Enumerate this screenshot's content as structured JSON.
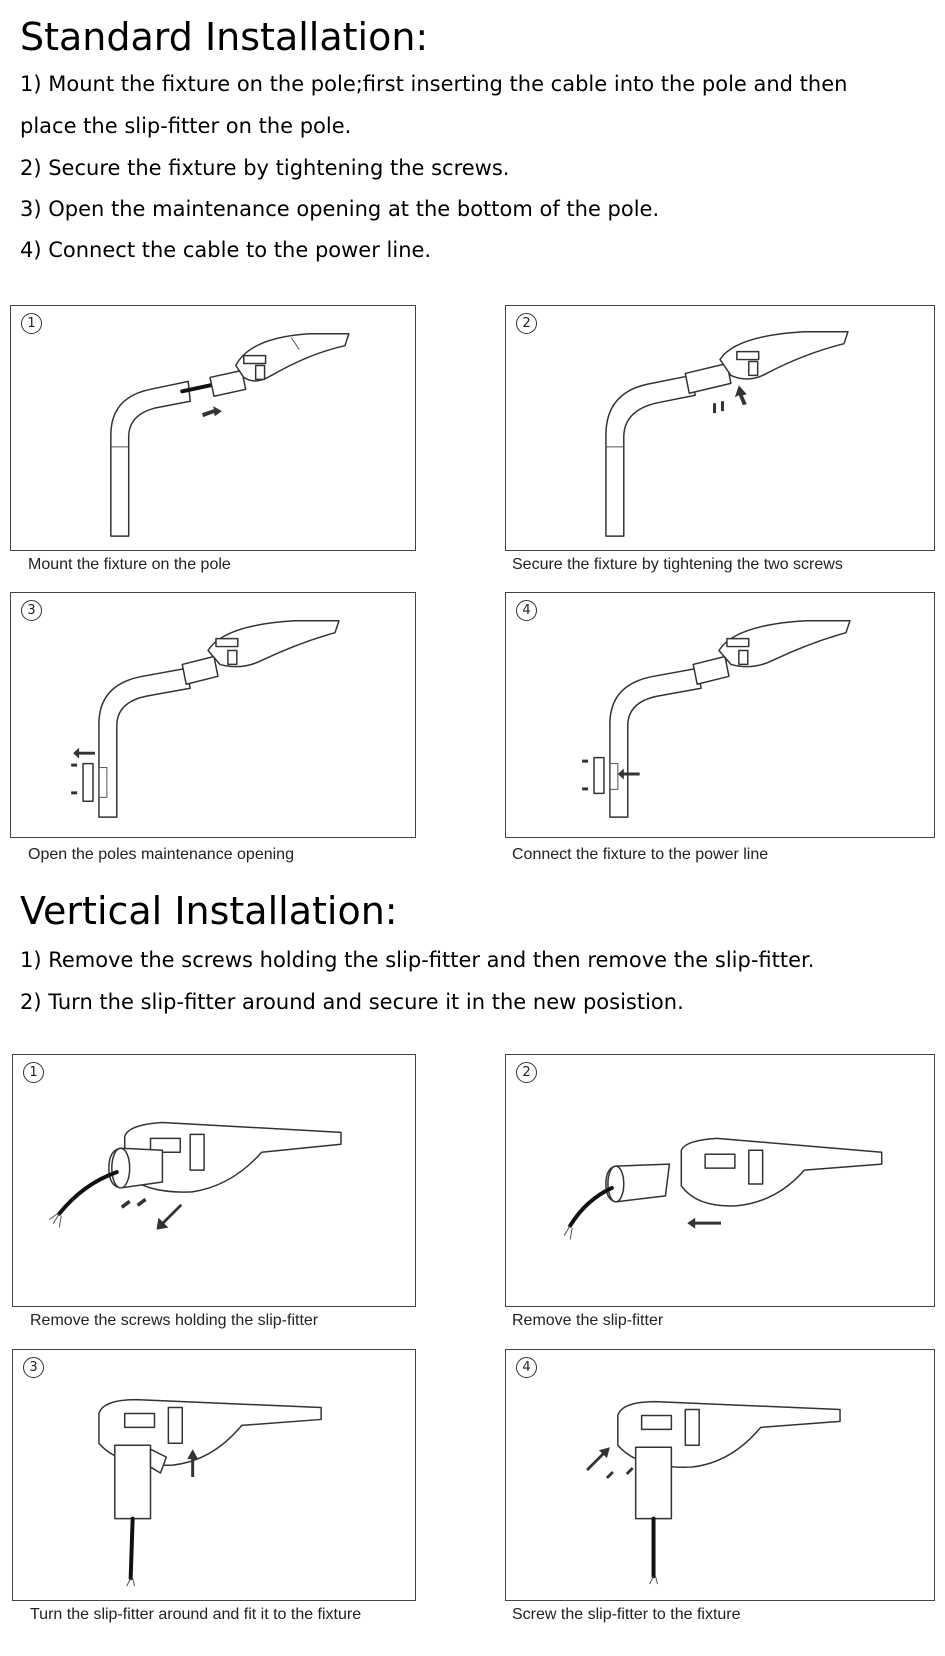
{
  "standard": {
    "heading": "Standard Installation:",
    "steps": [
      "1) Mount the fixture on the pole;first inserting the cable into the pole and then",
      "place the slip-fitter on the pole.",
      "2) Secure the fixture by tightening the screws.",
      "3) Open the maintenance opening at the bottom of the pole.",
      "4) Connect the cable to the power line."
    ],
    "panels": [
      {
        "number": "1",
        "caption": "Mount the fixture on the pole"
      },
      {
        "number": "2",
        "caption": "Secure the fixture by tightening the two screws"
      },
      {
        "number": "3",
        "caption": "Open the poles maintenance opening"
      },
      {
        "number": "4",
        "caption": "Connect the fixture to the power line"
      }
    ]
  },
  "vertical": {
    "heading": "Vertical Installation:",
    "steps": [
      "1) Remove the screws holding the slip-fitter and then remove the slip-fitter.",
      "2) Turn the slip-fitter around and secure it in the new posistion."
    ],
    "panels": [
      {
        "number": "1",
        "caption": "Remove the screws holding the slip-fitter"
      },
      {
        "number": "2",
        "caption": "Remove the slip-fitter"
      },
      {
        "number": "3",
        "caption": "Turn the slip-fitter around and fit it to the fixture"
      },
      {
        "number": "4",
        "caption": "Screw the slip-fitter to the fixture"
      }
    ]
  }
}
